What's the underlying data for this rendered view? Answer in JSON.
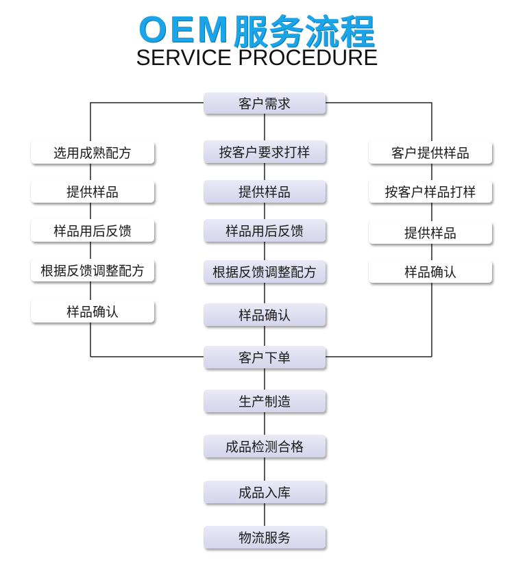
{
  "header": {
    "title_latin": "OEM",
    "title_cn": "服务流程",
    "subtitle": "SERVICE PROCEDURE"
  },
  "flow": {
    "start": "客户需求",
    "left_branch": [
      "选用成熟配方",
      "提供样品",
      "样品用后反馈",
      "根据反馈调整配方",
      "样品确认"
    ],
    "center_branch": [
      "按客户要求打样",
      "提供样品",
      "样品用后反馈",
      "根据反馈调整配方",
      "样品确认"
    ],
    "right_branch": [
      "客户提供样品",
      "按客户样品打样",
      "提供样品",
      "样品确认"
    ],
    "merge": "客户下单",
    "tail": [
      "生产制造",
      "成品检测合格",
      "成品入库",
      "物流服务"
    ]
  },
  "colors": {
    "title_blue": "#1aa5e8",
    "center_box": "#dcdcf0",
    "side_box": "#ffffff",
    "connector": "#222222"
  }
}
